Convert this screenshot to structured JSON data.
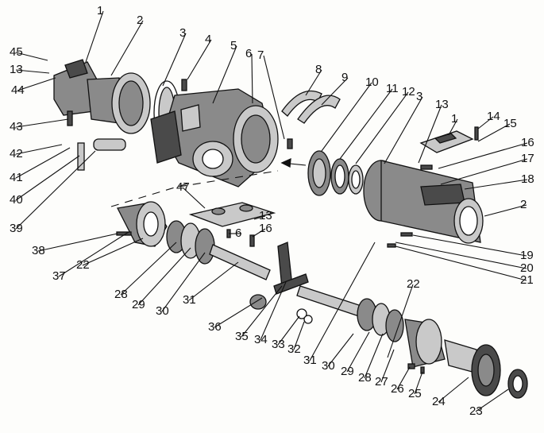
{
  "diagram": {
    "description_labels": [
      "1",
      "2",
      "3",
      "4",
      "5",
      "6",
      "7",
      "8",
      "9",
      "10",
      "11",
      "12",
      "3",
      "13",
      "1",
      "14",
      "15",
      "16",
      "17",
      "18",
      "2",
      "19",
      "20",
      "21",
      "22",
      "23",
      "24",
      "25",
      "26",
      "27",
      "28",
      "29",
      "30",
      "31",
      "32",
      "33",
      "34",
      "35",
      "36",
      "31",
      "30",
      "29",
      "28",
      "22",
      "37",
      "38",
      "39",
      "40",
      "41",
      "42",
      "43",
      "44",
      "13",
      "45",
      "47",
      "6",
      "16",
      "13"
    ]
  }
}
